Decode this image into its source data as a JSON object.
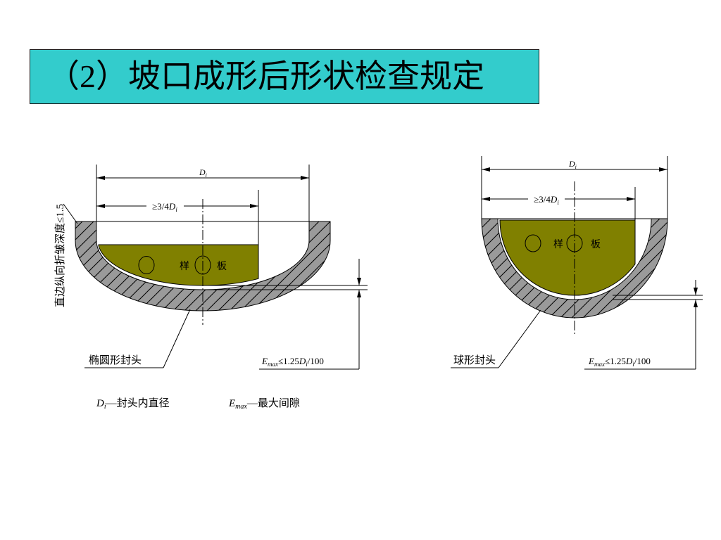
{
  "title": "（2）坡口成形后形状检查规定",
  "colors": {
    "title_background": "#33CCCC",
    "template_fill": "#808000",
    "shell_fill": "#9A9A9A",
    "line": "#000000"
  },
  "elliptical_head": {
    "name": "椭圆形封头",
    "flange_note": "直边纵向折皱深度≤1.5",
    "inner_diameter_label": {
      "symbol": "D",
      "sub": "i"
    },
    "template_width_label": {
      "prefix": "≥3/4",
      "symbol": "D",
      "sub": "i"
    },
    "template_chars": [
      "样",
      "板"
    ],
    "max_gap_label": {
      "symbol": "E",
      "sub": "max",
      "relation": "≤1.25",
      "d_symbol": "D",
      "d_sub": "i",
      "suffix": "/100"
    }
  },
  "spherical_head": {
    "name": "球形封头",
    "inner_diameter_label": {
      "symbol": "D",
      "sub": "i"
    },
    "template_width_label": {
      "prefix": "≥3/4",
      "symbol": "D",
      "sub": "i"
    },
    "template_chars": [
      "样",
      "板"
    ],
    "max_gap_label": {
      "symbol": "E",
      "sub": "max",
      "relation": "≤1.25",
      "d_symbol": "D",
      "d_sub": "i",
      "suffix": "/100"
    }
  },
  "legend": [
    {
      "symbol": "D",
      "sub": "i",
      "text": "—封头内直径"
    },
    {
      "symbol": "E",
      "sub": "max",
      "text": "—最大间隙"
    }
  ]
}
